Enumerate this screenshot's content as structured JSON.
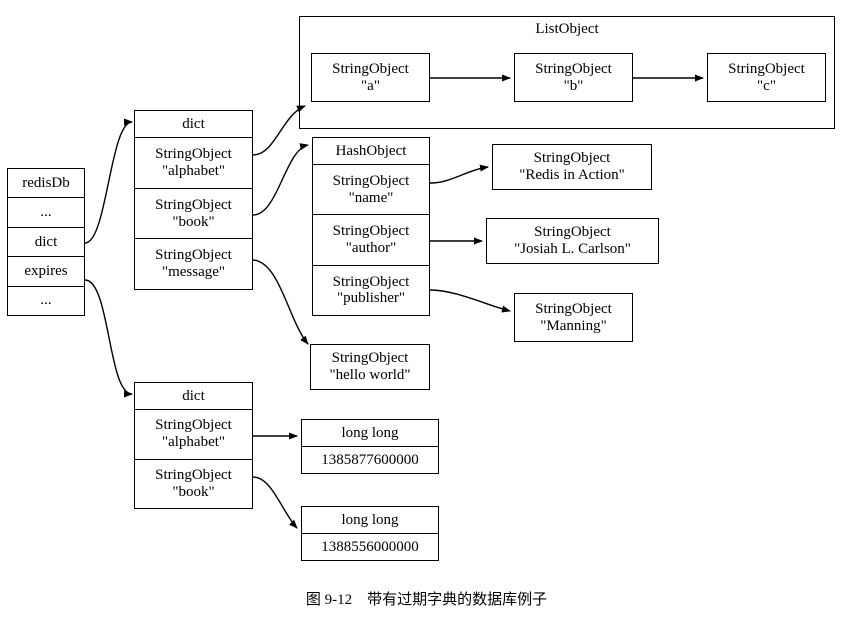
{
  "figure": {
    "caption": "图 9-12　带有过期字典的数据库例子",
    "line_color": "#000000",
    "background": "#ffffff"
  },
  "redis_db": {
    "title": "redisDb",
    "rows": [
      {
        "label": "redisDb"
      },
      {
        "label": "..."
      },
      {
        "label": "dict"
      },
      {
        "label": "expires"
      },
      {
        "label": "..."
      }
    ]
  },
  "key_space_dict": {
    "header": "dict",
    "entries": [
      {
        "type": "StringObject",
        "value": "\"alphabet\""
      },
      {
        "type": "StringObject",
        "value": "\"book\""
      },
      {
        "type": "StringObject",
        "value": "\"message\""
      }
    ]
  },
  "expires_dict": {
    "header": "dict",
    "entries": [
      {
        "type": "StringObject",
        "value": "\"alphabet\""
      },
      {
        "type": "StringObject",
        "value": "\"book\""
      }
    ]
  },
  "list_object": {
    "label": "ListObject",
    "items": [
      {
        "type": "StringObject",
        "value": "\"a\""
      },
      {
        "type": "StringObject",
        "value": "\"b\""
      },
      {
        "type": "StringObject",
        "value": "\"c\""
      }
    ]
  },
  "hash_object": {
    "header": "HashObject",
    "fields": [
      {
        "type": "StringObject",
        "value": "\"name\""
      },
      {
        "type": "StringObject",
        "value": "\"author\""
      },
      {
        "type": "StringObject",
        "value": "\"publisher\""
      }
    ]
  },
  "hash_values": [
    {
      "type": "StringObject",
      "value": "\"Redis in Action\""
    },
    {
      "type": "StringObject",
      "value": "\"Josiah L. Carlson\""
    },
    {
      "type": "StringObject",
      "value": "\"Manning\""
    }
  ],
  "message_value": {
    "type": "StringObject",
    "value": "\"hello world\""
  },
  "expire_times": [
    {
      "type": "long long",
      "value": "1385877600000"
    },
    {
      "type": "long long",
      "value": "1388556000000"
    }
  ]
}
